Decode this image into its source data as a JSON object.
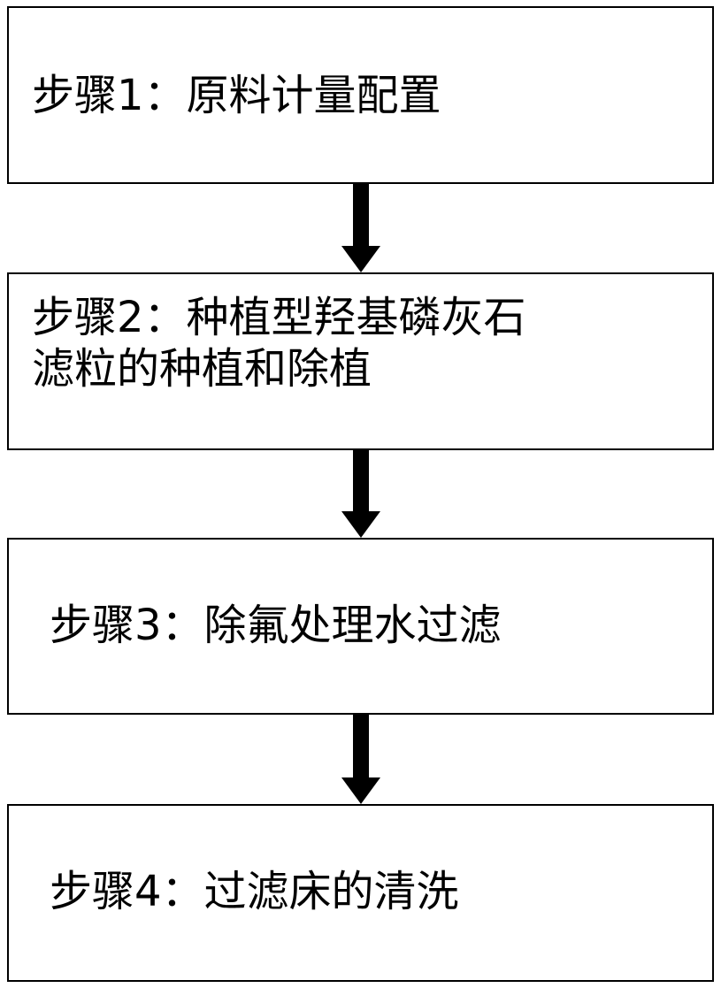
{
  "steps": [
    {
      "label": "步骤1：原料计量配置"
    },
    {
      "label": "步骤2：种植型羟基磷灰石\n滤粒的种植和除植"
    },
    {
      "label": "步骤3：除氟处理水过滤"
    },
    {
      "label": "步骤4：过滤床的清洗"
    }
  ],
  "colors": {
    "border": "#000000",
    "arrow": "#000000",
    "background": "#ffffff"
  }
}
